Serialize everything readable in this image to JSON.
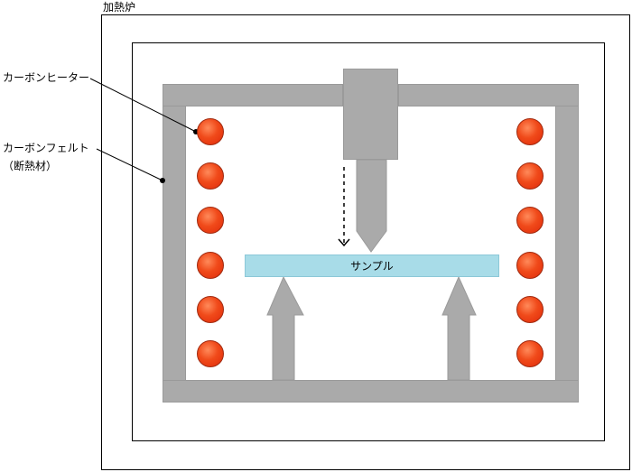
{
  "labels": {
    "furnace": "加熱炉",
    "carbon_heater": "カーボンヒーター",
    "carbon_felt_line1": "カーボンフェルト",
    "carbon_felt_line2": "（断熱材）",
    "sample": "サンプル"
  },
  "colors": {
    "insulation": "#aaaaaa",
    "sample": "#a8dce8",
    "heater": "#f04a1a",
    "line": "#000000"
  },
  "icons": {
    "heater": "heater-icon",
    "arrow_up": "arrow-up-icon",
    "arrow_down": "dashed-arrow-down-icon"
  }
}
